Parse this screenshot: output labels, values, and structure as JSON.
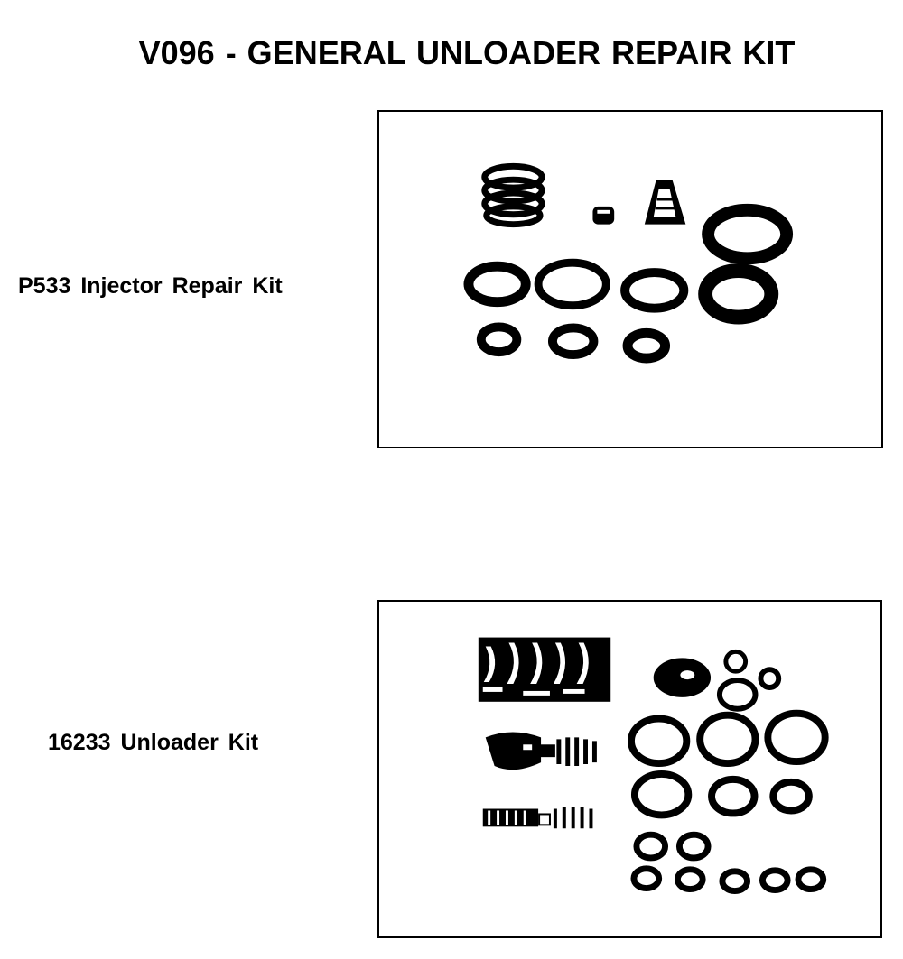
{
  "document": {
    "title": "V096 -  GENERAL UNLOADER REPAIR KIT"
  },
  "kits": [
    {
      "label": "P533 Injector Repair Kit",
      "parts_shown": [
        "spring",
        "small valve",
        "cone seat",
        "o-rings"
      ]
    },
    {
      "label": "16233 Unloader Kit",
      "parts_shown": [
        "spring",
        "piston",
        "valve spring",
        "o-rings",
        "washer"
      ]
    }
  ],
  "colors": {
    "ink": "#000000",
    "paper": "#ffffff"
  }
}
